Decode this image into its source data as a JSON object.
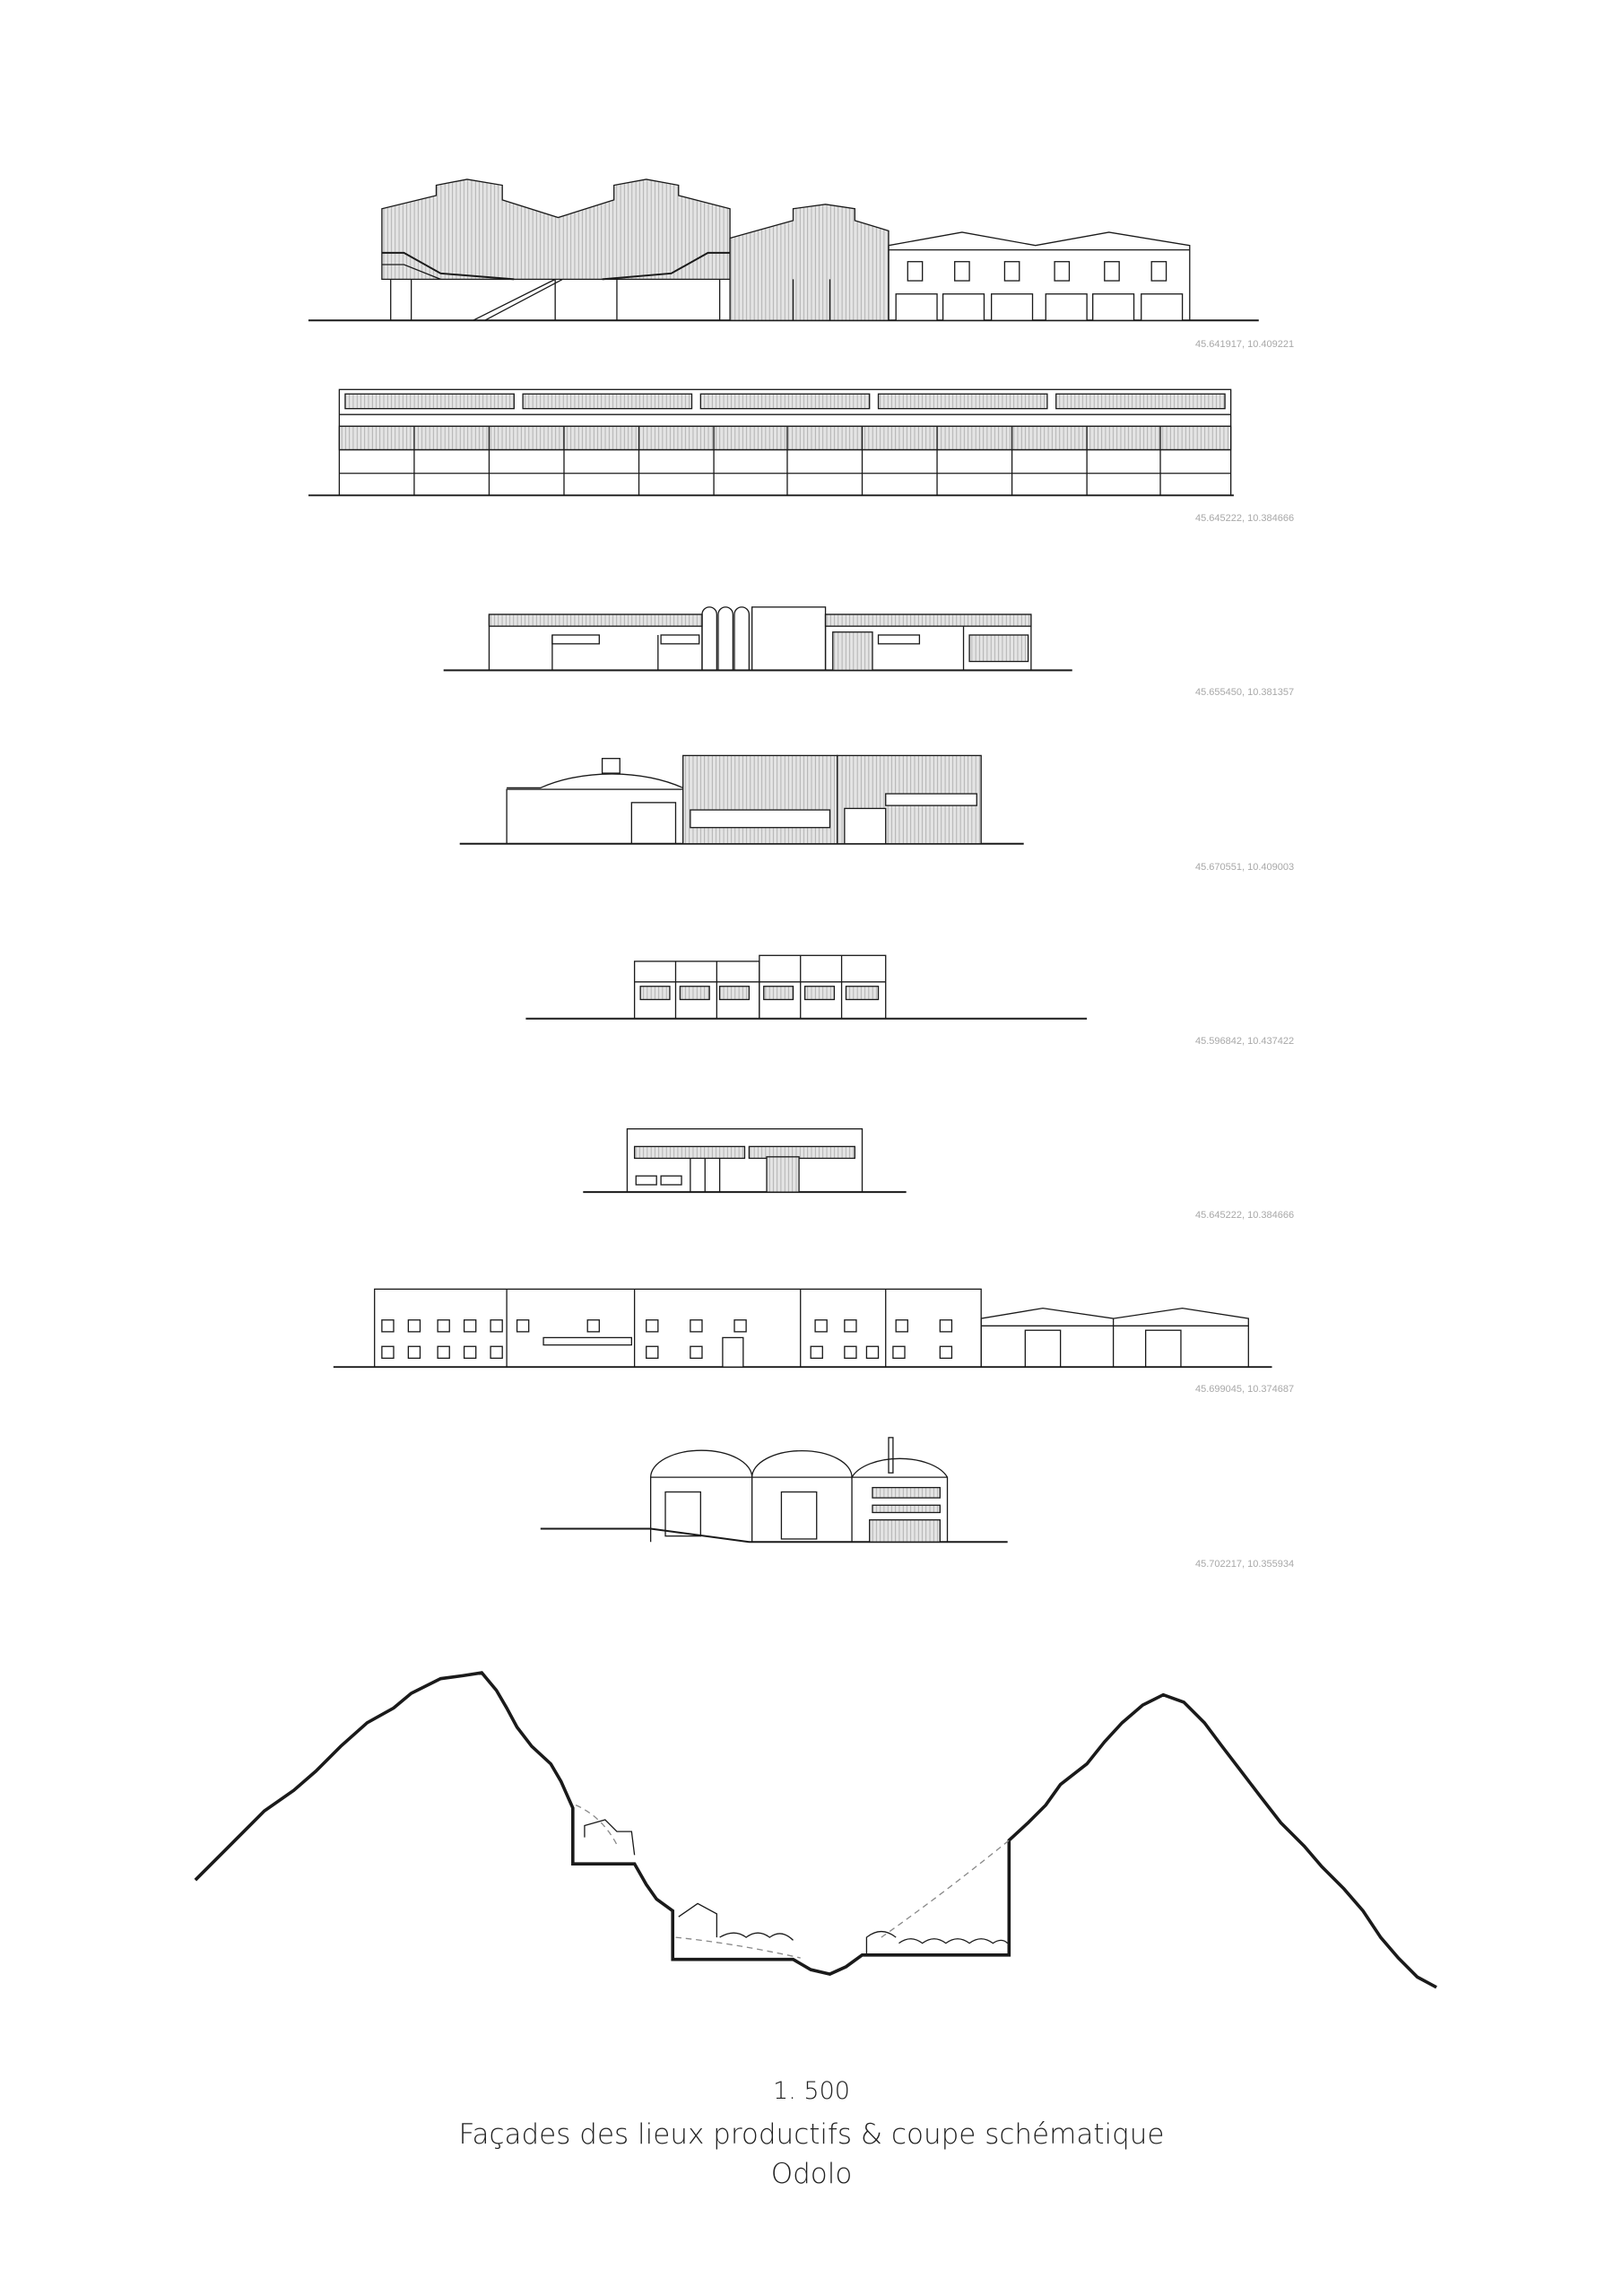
{
  "facades": [
    {
      "coordinates": "45.641917, 10.409221"
    },
    {
      "coordinates": "45.645222, 10.384666"
    },
    {
      "coordinates": "45.655450, 10.381357"
    },
    {
      "coordinates": "45.670551, 10.409003"
    },
    {
      "coordinates": "45.596842, 10.437422"
    },
    {
      "coordinates": "45.645222, 10.384666"
    },
    {
      "coordinates": "45.699045, 10.374687"
    },
    {
      "coordinates": "45.702217, 10.355934"
    }
  ],
  "caption": {
    "scale": "1. 500",
    "title": "Façades des lieux productifs & coupe schématique",
    "place": "Odolo"
  },
  "colors": {
    "line": "#1a1a1a",
    "cladding": "#e2e2e2",
    "coord_text": "#a8a8a8"
  }
}
